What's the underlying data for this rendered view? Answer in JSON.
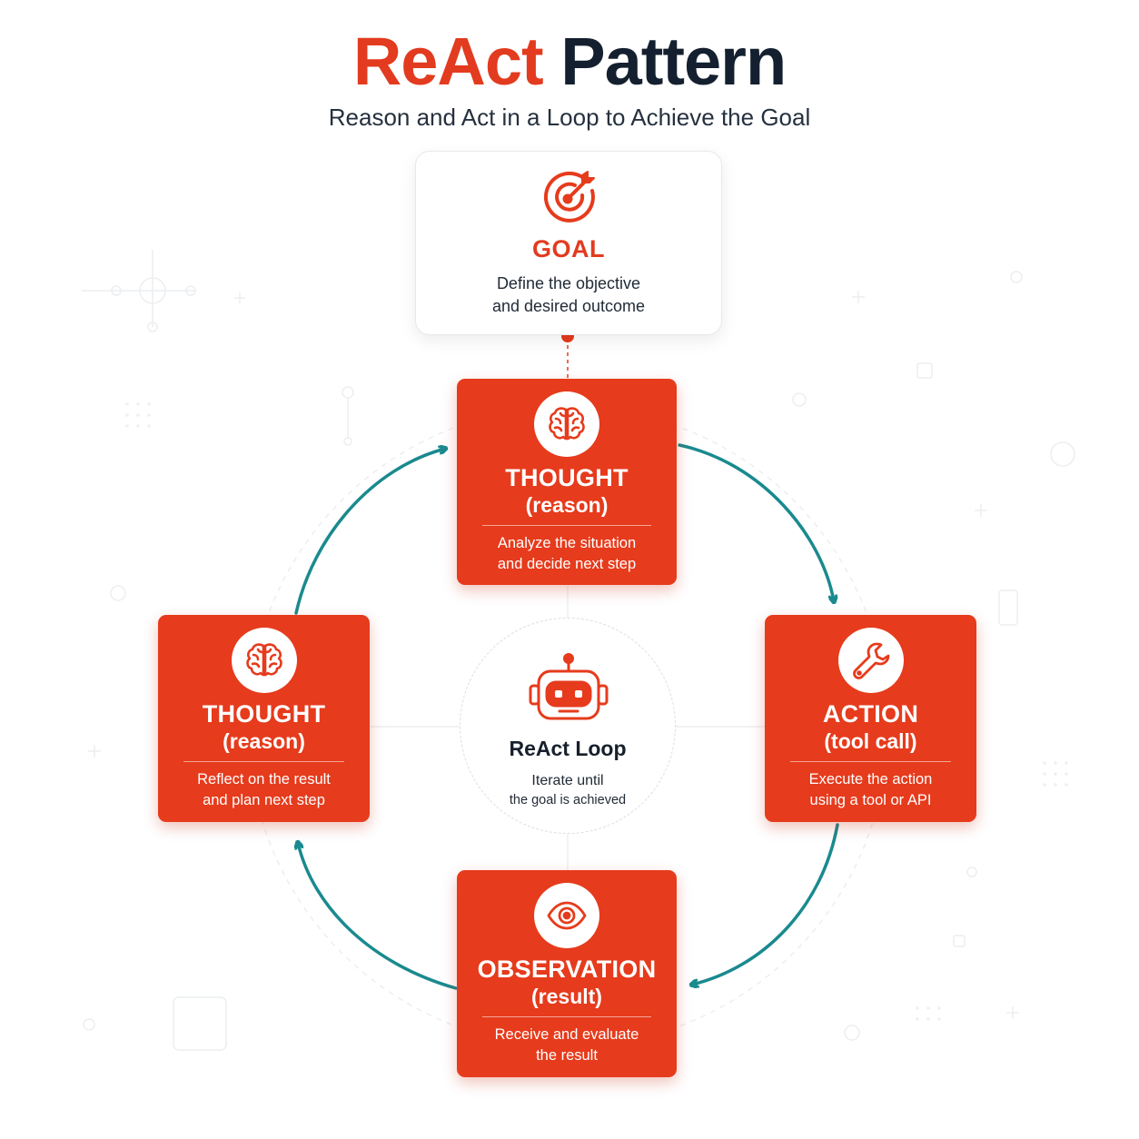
{
  "header": {
    "title_part1": "ReAct",
    "title_part2": "Pattern",
    "subtitle": "Reason and Act in a Loop to Achieve the Goal"
  },
  "goal": {
    "icon": "target-icon",
    "title": "GOAL",
    "desc_line1": "Define the objective",
    "desc_line2": "and desired outcome"
  },
  "steps": [
    {
      "id": "top",
      "icon": "brain-icon",
      "title": "THOUGHT",
      "subtitle": "(reason)",
      "desc_line1": "Analyze the situation",
      "desc_line2": "and decide next step"
    },
    {
      "id": "right",
      "icon": "wrench-icon",
      "title": "ACTION",
      "subtitle": "(tool call)",
      "desc_line1": "Execute the action",
      "desc_line2": "using a tool or API"
    },
    {
      "id": "bottom",
      "icon": "eye-icon",
      "title": "OBSERVATION",
      "subtitle": "(result)",
      "desc_line1": "Receive and evaluate",
      "desc_line2": "the result"
    },
    {
      "id": "left",
      "icon": "brain-icon",
      "title": "THOUGHT",
      "subtitle": "(reason)",
      "desc_line1": "Reflect on the result",
      "desc_line2": "and plan next step"
    }
  ],
  "center": {
    "icon": "robot-icon",
    "title": "ReAct Loop",
    "line1": "Iterate until",
    "line2": "the goal is achieved"
  },
  "colors": {
    "accent": "#e63b1c",
    "title_dark": "#14202f",
    "arrow": "#1a8a8f"
  }
}
